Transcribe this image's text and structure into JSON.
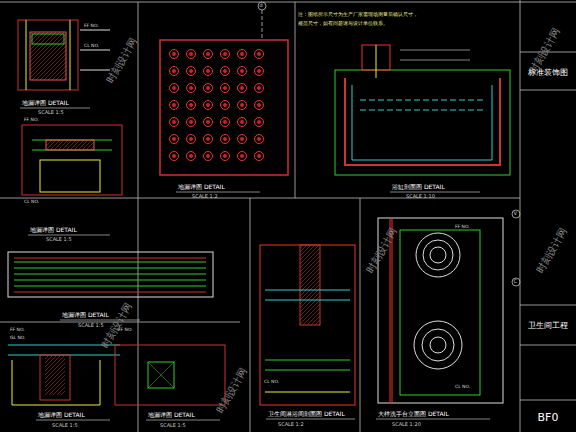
{
  "diagram": {
    "nodes": [
      {
        "text": [
          "标准装饰图"
        ]
      },
      {
        "text": [
          "卫生间工程"
        ]
      },
      {
        "text": [
          "BF0"
        ]
      }
    ],
    "labels": [
      "地漏详图 DETAIL",
      "SCALE 1:5",
      "地漏详图 DETAIL",
      "SCALE 1:5",
      "地漏详图 DETAIL",
      "SCALE 1:2",
      "浴缸剖面图 DETAIL",
      "SCALE 1:10",
      "地漏详图 DETAIL",
      "SCALE 1:5",
      "地漏详图 DETAIL",
      "SCALE 1:5",
      "地漏详图 DETAIL",
      "SCALE 1:5",
      "卫生间淋浴间剖面图 DETAIL",
      "SCALE 1:2",
      "大样洗手台立面图 DETAIL",
      "SCALE 1:20",
      "注：图纸所示尺寸为生产厂家需现场测量后确认尺寸，",
      "规范尺寸，如有问题请与设计单位联系。",
      "FF NO.",
      "CL NO.",
      "FF NO.",
      "CL NO.",
      "FF NO.",
      "GL NO.",
      "FF NO.",
      "CL NO.",
      "FF NO.",
      "CL NO.",
      "d",
      "V",
      "C",
      "时刻设计网",
      "时刻设计网",
      "时刻设计网",
      "时刻设计网",
      "时刻设计网",
      "时刻设计网"
    ]
  }
}
